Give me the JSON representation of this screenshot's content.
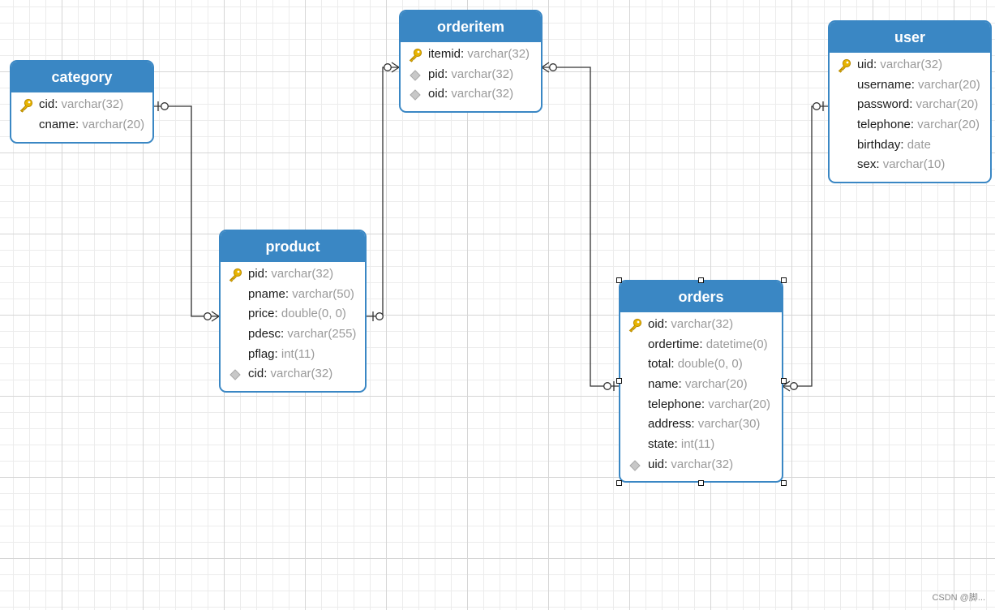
{
  "entities": [
    {
      "id": "category",
      "title": "category",
      "fields": [
        {
          "name": "cid",
          "type": "varchar(32)",
          "key": "primary"
        },
        {
          "name": "cname",
          "type": "varchar(20)",
          "key": "none"
        }
      ]
    },
    {
      "id": "orderitem",
      "title": "orderitem",
      "fields": [
        {
          "name": "itemid",
          "type": "varchar(32)",
          "key": "primary"
        },
        {
          "name": "pid",
          "type": "varchar(32)",
          "key": "foreign"
        },
        {
          "name": "oid",
          "type": "varchar(32)",
          "key": "foreign"
        }
      ]
    },
    {
      "id": "user",
      "title": "user",
      "fields": [
        {
          "name": "uid",
          "type": "varchar(32)",
          "key": "primary"
        },
        {
          "name": "username",
          "type": "varchar(20)",
          "key": "none"
        },
        {
          "name": "password",
          "type": "varchar(20)",
          "key": "none"
        },
        {
          "name": "telephone",
          "type": "varchar(20)",
          "key": "none"
        },
        {
          "name": "birthday",
          "type": "date",
          "key": "none"
        },
        {
          "name": "sex",
          "type": "varchar(10)",
          "key": "none"
        }
      ]
    },
    {
      "id": "product",
      "title": "product",
      "fields": [
        {
          "name": "pid",
          "type": "varchar(32)",
          "key": "primary"
        },
        {
          "name": "pname",
          "type": "varchar(50)",
          "key": "none"
        },
        {
          "name": "price",
          "type": "double(0, 0)",
          "key": "none"
        },
        {
          "name": "pdesc",
          "type": "varchar(255)",
          "key": "none"
        },
        {
          "name": "pflag",
          "type": "int(11)",
          "key": "none"
        },
        {
          "name": "cid",
          "type": "varchar(32)",
          "key": "foreign"
        }
      ]
    },
    {
      "id": "orders",
      "title": "orders",
      "selected": true,
      "fields": [
        {
          "name": "oid",
          "type": "varchar(32)",
          "key": "primary"
        },
        {
          "name": "ordertime",
          "type": "datetime(0)",
          "key": "none"
        },
        {
          "name": "total",
          "type": "double(0, 0)",
          "key": "none"
        },
        {
          "name": "name",
          "type": "varchar(20)",
          "key": "none"
        },
        {
          "name": "telephone",
          "type": "varchar(20)",
          "key": "none"
        },
        {
          "name": "address",
          "type": "varchar(30)",
          "key": "none"
        },
        {
          "name": "state",
          "type": "int(11)",
          "key": "none"
        },
        {
          "name": "uid",
          "type": "varchar(32)",
          "key": "foreign"
        }
      ]
    }
  ],
  "relationships": [
    {
      "from": "category",
      "to": "product",
      "from_cardinality": "zero-or-one",
      "to_cardinality": "zero-or-many"
    },
    {
      "from": "product",
      "to": "orderitem",
      "from_cardinality": "zero-or-one",
      "to_cardinality": "zero-or-many"
    },
    {
      "from": "orderitem",
      "to": "orders",
      "from_cardinality": "zero-or-many",
      "to_cardinality": "zero-or-one"
    },
    {
      "from": "orders",
      "to": "user",
      "from_cardinality": "zero-or-many",
      "to_cardinality": "zero-or-one"
    }
  ],
  "colors": {
    "header": "#3a87c4",
    "border": "#3a87c4",
    "field_type": "#9a9a9a",
    "primary_key_icon": "#e8b400",
    "foreign_key_icon": "#c8c8c8",
    "connector": "#333333"
  },
  "icons": {
    "primary": "key-icon",
    "foreign": "diamond-icon"
  },
  "watermark": "CSDN @脚..."
}
